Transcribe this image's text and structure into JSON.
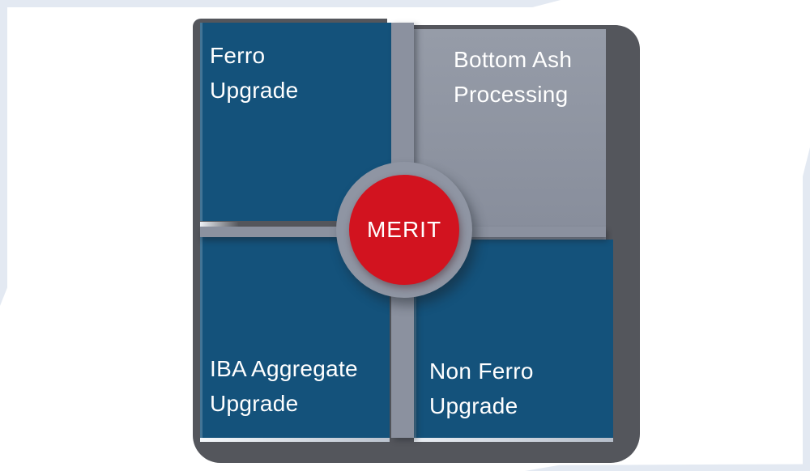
{
  "diagram": {
    "center_label": "MERIT",
    "quadrants": [
      {
        "id": "ferro-upgrade",
        "label": "Ferro\nUpgrade",
        "color": "#14527B"
      },
      {
        "id": "bottom-ash-processing",
        "label": "Bottom Ash\nProcessing",
        "color": "#8E94A1"
      },
      {
        "id": "iba-aggregate-upgrade",
        "label": "IBA Aggregate\nUpgrade",
        "color": "#14527B"
      },
      {
        "id": "non-ferro-upgrade",
        "label": "Non Ferro\nUpgrade",
        "color": "#14527B"
      }
    ],
    "colors": {
      "quadrant_blue": "#14527B",
      "quadrant_gray": "#8E94A1",
      "center_red": "#D2131F",
      "shadow_gray": "#54565C",
      "connector_gray": "#8B919F",
      "page_edge_blue": "#E3E9F2",
      "text": "#FFFFFF"
    }
  }
}
